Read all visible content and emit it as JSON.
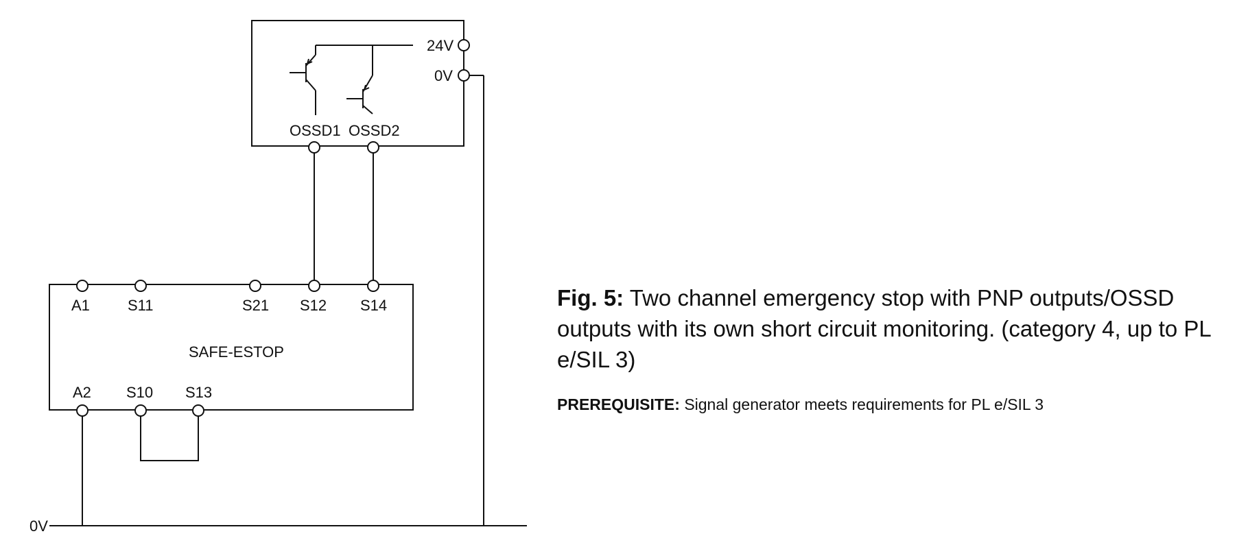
{
  "sensor": {
    "supply_positive": "24V",
    "supply_negative": "0V",
    "output_1": "OSSD1",
    "output_2": "OSSD2"
  },
  "relay": {
    "name": "SAFE-ESTOP",
    "top_terminals": [
      "A1",
      "S11",
      "S21",
      "S12",
      "S14"
    ],
    "bottom_terminals": [
      "A2",
      "S10",
      "S13"
    ]
  },
  "ground_rail": {
    "label": "0V"
  },
  "caption": {
    "figure_label": "Fig. 5:",
    "figure_text": "Two channel emergency stop with PNP outputs/OSSD outputs with its own short circuit monitoring. (category 4, up to PL e/SIL 3)",
    "prerequisite_label": "PREREQUISITE:",
    "prerequisite_text": "Signal generator meets requirements for PL e/SIL 3"
  }
}
